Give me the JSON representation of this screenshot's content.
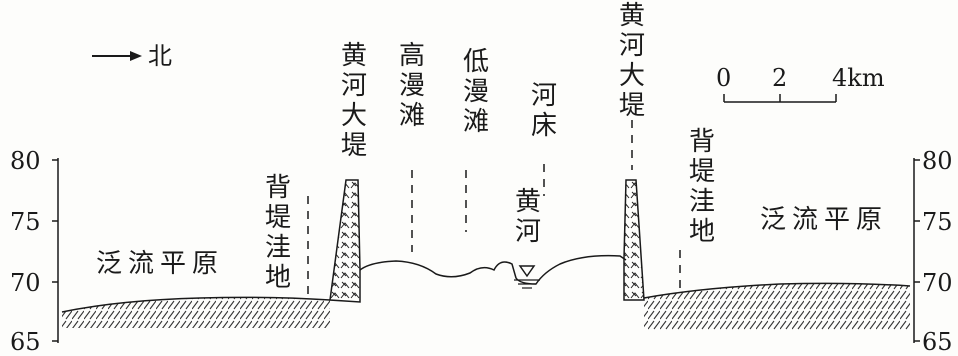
{
  "compass": {
    "arrow_glyph": "→",
    "direction": "北"
  },
  "scale": {
    "ticks": [
      "0",
      "2",
      "4km"
    ]
  },
  "axes": {
    "left_ticks": [
      "80",
      "75",
      "70",
      "65"
    ],
    "right_ticks": [
      "80",
      "75",
      "70",
      "65"
    ]
  },
  "labels": {
    "floodplain_left": "泛流平原",
    "floodplain_right": "泛流平原",
    "back_depression_left": "背堤洼地",
    "back_depression_right": "背堤洼地",
    "levee_left": "黄河大堤",
    "levee_right": "黄河大堤",
    "high_floodplain": "高漫滩",
    "low_floodplain": "低漫滩",
    "riverbed": "河床",
    "river": "黄河"
  },
  "colors": {
    "ink": "#1a1a1a",
    "paper": "#fdfdfb"
  }
}
